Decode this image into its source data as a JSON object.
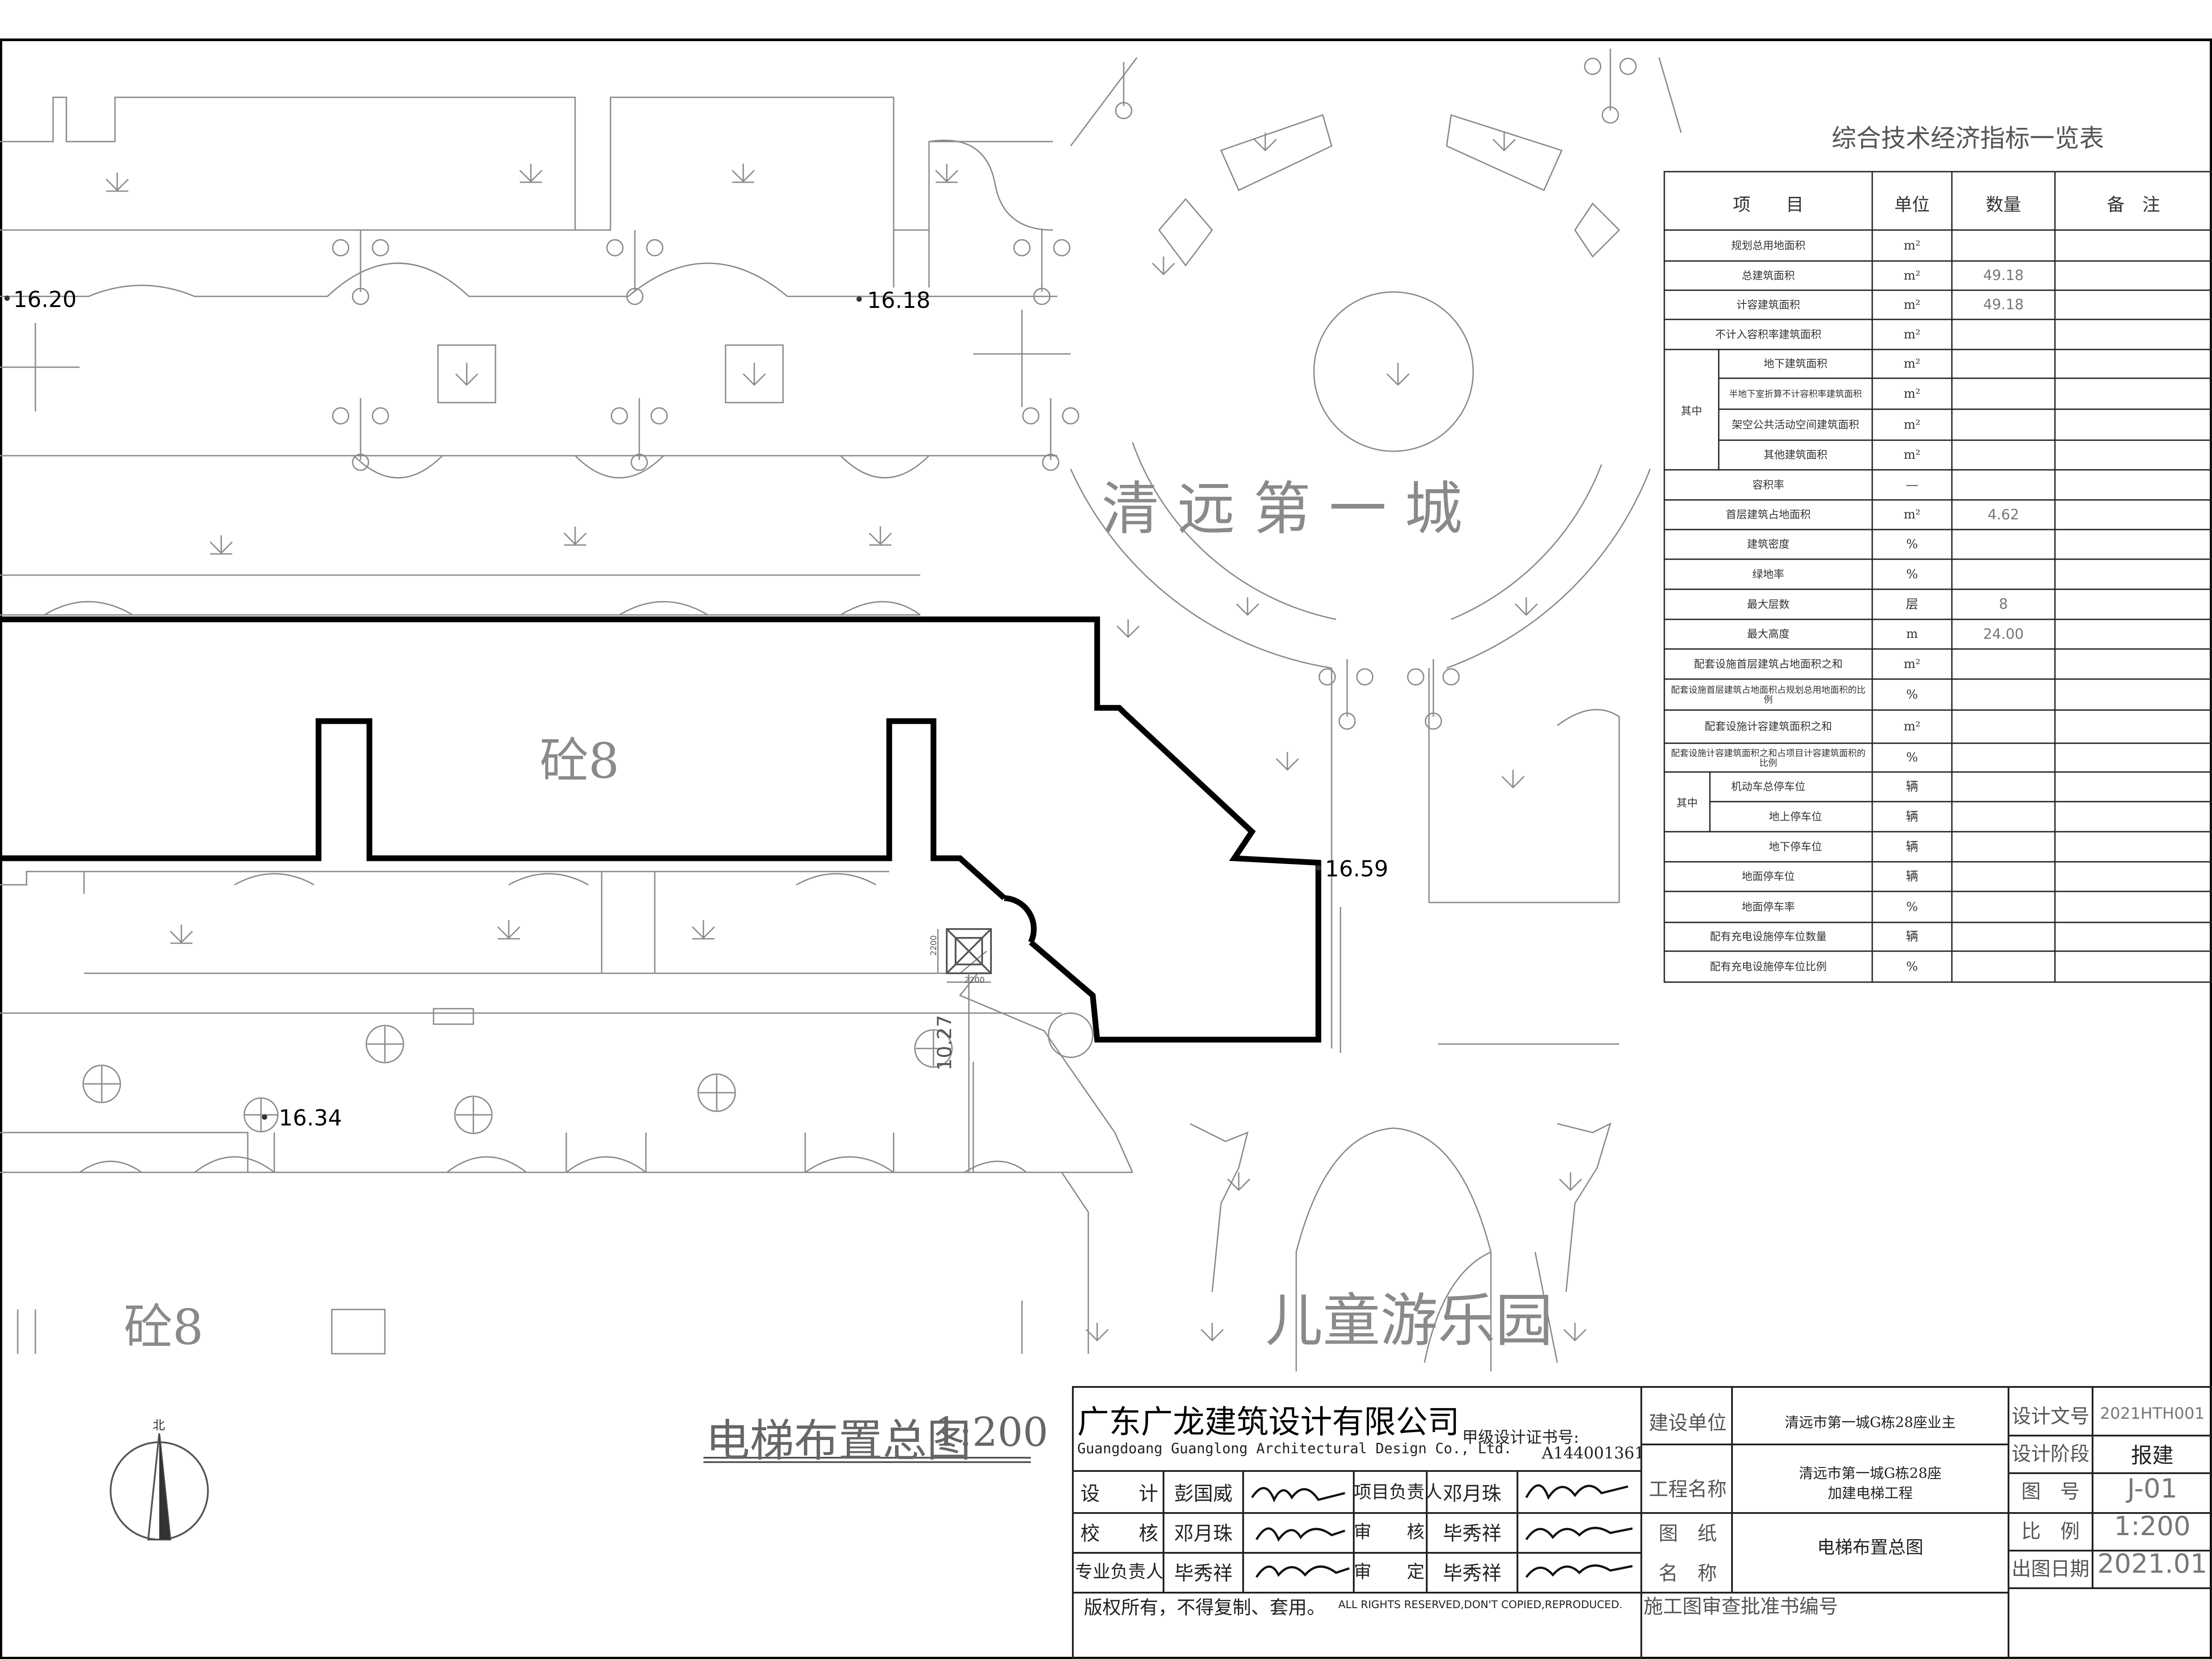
{
  "drawing": {
    "title": "电梯布置总图",
    "scale": "1:200",
    "north": "北"
  },
  "site_labels": {
    "estate_name": "清 远 第 一 城",
    "playground": "儿童游乐园",
    "building_main": "砼8",
    "building_lower": "砼8"
  },
  "elevations": [
    "16.20",
    "16.18",
    "16.59",
    "16.34"
  ],
  "dimensions": {
    "vertical_distance": "10.27",
    "shaft_w": "2200",
    "shaft_h": "2200"
  },
  "table": {
    "title": "综合技术经济指标一览表",
    "headers": [
      "项　　目",
      "单位",
      "数量",
      "备　注"
    ],
    "rows": [
      {
        "group": "",
        "item": "规划总用地面积",
        "unit": "m²",
        "value": ""
      },
      {
        "group": "",
        "item": "总建筑面积",
        "unit": "m²",
        "value": "49.18"
      },
      {
        "group": "",
        "item": "计容建筑面积",
        "unit": "m²",
        "value": "49.18"
      },
      {
        "group": "",
        "item": "不计入容积率建筑面积",
        "unit": "m²",
        "value": ""
      },
      {
        "group": "其中",
        "item": "地下建筑面积",
        "unit": "m²",
        "value": ""
      },
      {
        "group": "",
        "item": "半地下室折算不计容积率建筑面积",
        "unit": "m²",
        "value": ""
      },
      {
        "group": "",
        "item": "架空公共活动空间建筑面积",
        "unit": "m²",
        "value": ""
      },
      {
        "group": "",
        "item": "其他建筑面积",
        "unit": "m²",
        "value": ""
      },
      {
        "group": "",
        "item": "容积率",
        "unit": "—",
        "value": ""
      },
      {
        "group": "",
        "item": "首层建筑占地面积",
        "unit": "m²",
        "value": "4.62"
      },
      {
        "group": "",
        "item": "建筑密度",
        "unit": "%",
        "value": ""
      },
      {
        "group": "",
        "item": "绿地率",
        "unit": "%",
        "value": ""
      },
      {
        "group": "",
        "item": "最大层数",
        "unit": "层",
        "value": "8"
      },
      {
        "group": "",
        "item": "最大高度",
        "unit": "m",
        "value": "24.00"
      },
      {
        "group": "",
        "item": "配套设施首层建筑占地面积之和",
        "unit": "m²",
        "value": ""
      },
      {
        "group": "",
        "item": "配套设施首层建筑占地面积占规划总用地面积的比例",
        "unit": "%",
        "value": ""
      },
      {
        "group": "",
        "item": "配套设施计容建筑面积之和",
        "unit": "m²",
        "value": ""
      },
      {
        "group": "",
        "item": "配套设施计容建筑面积之和占项目计容建筑面积的比例",
        "unit": "%",
        "value": ""
      },
      {
        "group": "",
        "item": "机动车总停车位",
        "unit": "辆",
        "value": ""
      },
      {
        "group": "其中",
        "item": "地上停车位",
        "unit": "辆",
        "value": ""
      },
      {
        "group": "",
        "item": "地下停车位",
        "unit": "辆",
        "value": ""
      },
      {
        "group": "",
        "item": "地面停车位",
        "unit": "辆",
        "value": ""
      },
      {
        "group": "",
        "item": "地面停车率",
        "unit": "%",
        "value": ""
      },
      {
        "group": "",
        "item": "配有充电设施停车位数量",
        "unit": "辆",
        "value": ""
      },
      {
        "group": "",
        "item": "配有充电设施停车位比例",
        "unit": "%",
        "value": ""
      }
    ]
  },
  "title_block": {
    "company_cn": "广东广龙建筑设计有限公司",
    "company_en": "Guangdoang Guanglong Architectural Design Co., Ltd.",
    "cert_label": "甲级设计证书号:",
    "cert_no": "A144001361",
    "roles": [
      {
        "role": "设　　计",
        "name": "彭国威",
        "role2": "项目负责人",
        "name2": "邓月珠"
      },
      {
        "role": "校　　核",
        "name": "邓月珠",
        "role2": "审　　核",
        "name2": "毕秀祥"
      },
      {
        "role": "专业负责人",
        "name": "毕秀祥",
        "role2": "审　　定",
        "name2": "毕秀祥"
      }
    ],
    "copyright_cn": "版权所有，不得复制、套用。",
    "copyright_en": "ALL RIGHTS RESERVED,DON'T COPIED,REPRODUCED.",
    "client_label": "建设单位",
    "client": "清远市第一城G栋28座业主",
    "project_label": "工程名称",
    "project_line1": "清远市第一城G栋28座",
    "project_line2": "加建电梯工程",
    "drawing_label": "图　纸\n名　称",
    "drawing_label_1": "图　纸",
    "drawing_label_2": "名　称",
    "drawing_name": "电梯布置总图",
    "approval": "施工图审查批准书编号",
    "doc_no_label": "设计文号",
    "doc_no": "2021HTH001",
    "stage_label": "设计阶段",
    "stage": "报建",
    "sheet_label": "图　号",
    "sheet": "J-01",
    "scale_label": "比　例",
    "scale": "1:200",
    "date_label": "出图日期",
    "date": "2021.01"
  }
}
